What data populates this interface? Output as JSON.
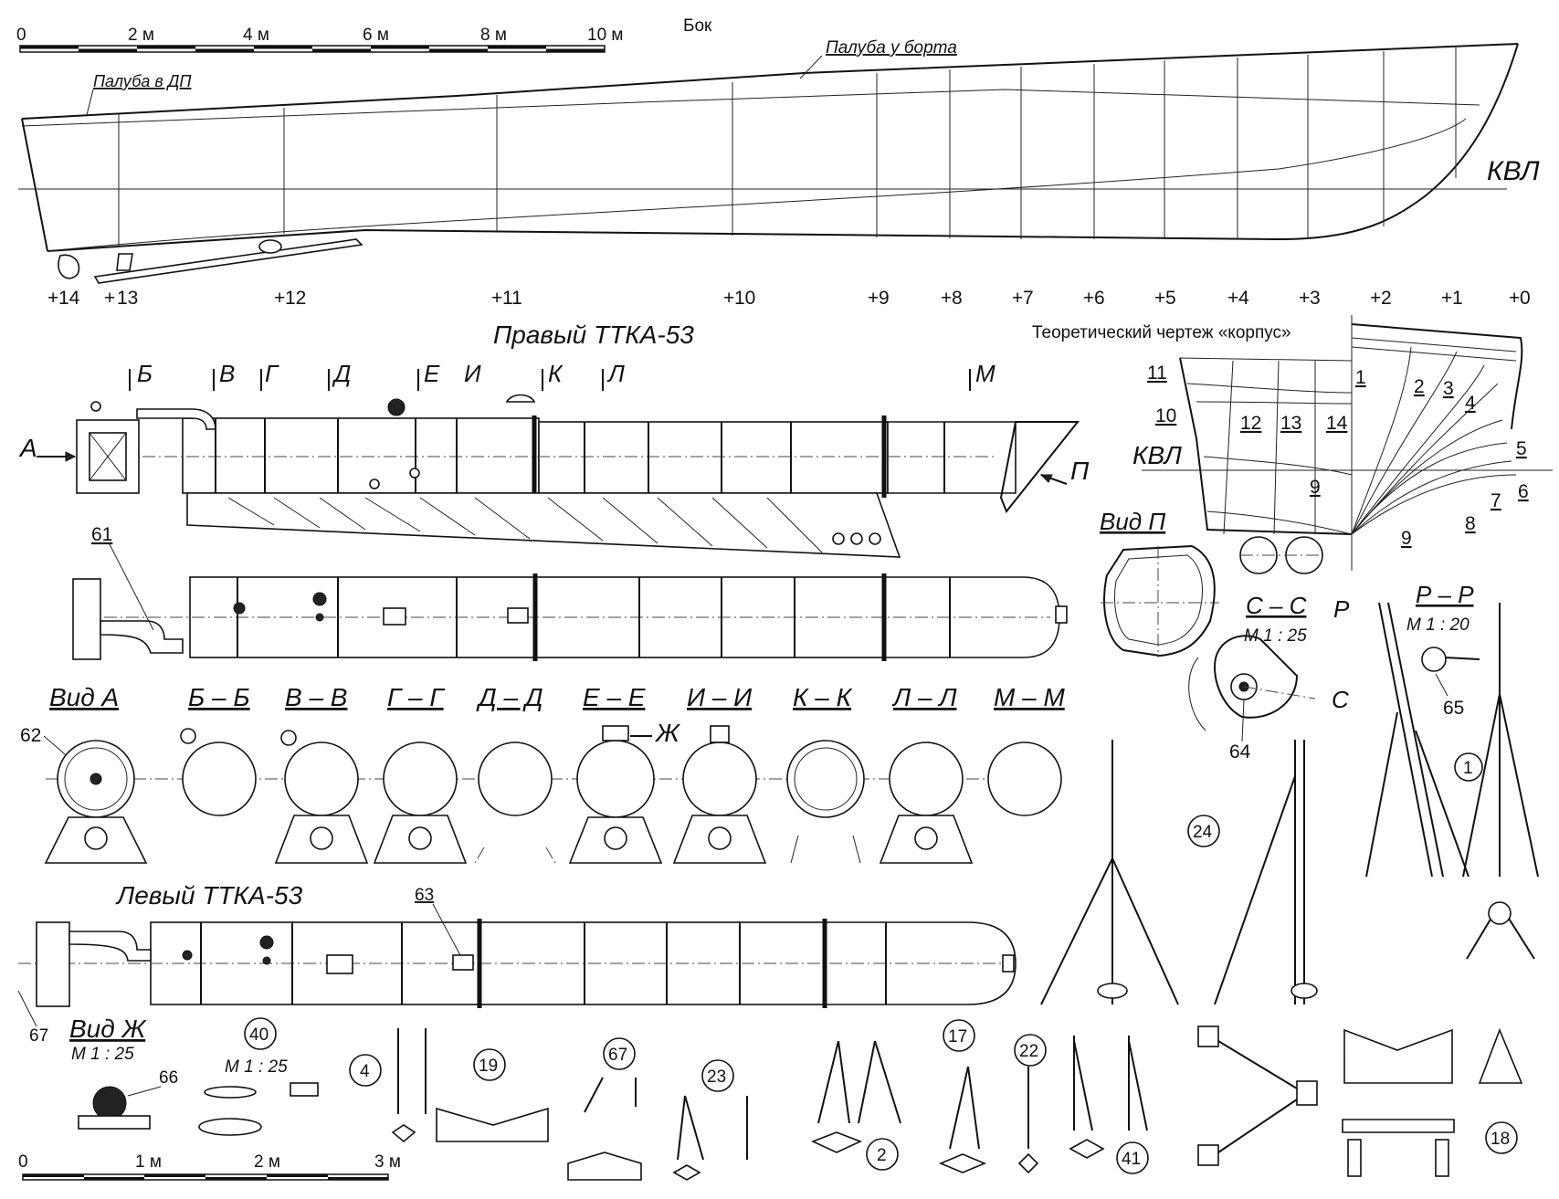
{
  "side_view": {
    "title": "Бок",
    "deck_at_side": "Палуба у борта",
    "deck_in_cl": "Палуба в ДП",
    "waterline": "КВЛ",
    "scale_labels": [
      "0",
      "2 м",
      "4 м",
      "6 м",
      "8 м",
      "10 м"
    ],
    "frames": [
      "14",
      "13",
      "12",
      "11",
      "10",
      "9",
      "8",
      "7",
      "6",
      "5",
      "4",
      "3",
      "2",
      "1",
      "0"
    ]
  },
  "body_plan": {
    "title": "Теоретический чертеж «корпус»",
    "waterline": "КВЛ",
    "stern_labels": [
      "11",
      "10",
      "12",
      "13",
      "14",
      "9"
    ],
    "bow_labels": [
      "1",
      "2",
      "3",
      "4",
      "5",
      "6",
      "7",
      "8",
      "9"
    ]
  },
  "right_tube": {
    "title": "Правый ТТКА-53",
    "section_marks": [
      "Б",
      "В",
      "Г",
      "Д",
      "Е",
      "И",
      "К",
      "Л",
      "М"
    ],
    "arrow_a": "А",
    "arrow_p": "П",
    "callout_61": "61"
  },
  "view_p": {
    "title": "Вид П"
  },
  "sections": {
    "view_a": "Вид А",
    "callout_62": "62",
    "labels": [
      "Б – Б",
      "В – В",
      "Г – Г",
      "Д – Д",
      "Е – Е",
      "И – И",
      "К – К",
      "Л – Л",
      "М – М"
    ],
    "arrow_zh": "Ж"
  },
  "details": {
    "cc_title": "С – С",
    "cc_scale": "М 1 : 25",
    "cc_callout": "64",
    "c_mark": "С",
    "p_mark": "Р",
    "rr_title": "Р – Р",
    "rr_scale": "М 1 : 20",
    "rr_callout": "65",
    "circle_1": "1",
    "circle_24": "24"
  },
  "left_tube": {
    "title": "Левый ТТКА-53",
    "callout_63": "63",
    "callout_67": "67"
  },
  "bottom": {
    "view_zh": "Вид Ж",
    "view_zh_scale": "М 1 : 25",
    "callout_66": "66",
    "circle_40": "40",
    "scale_40": "М 1 : 25",
    "scale_labels": [
      "0",
      "1 м",
      "2 м",
      "3 м"
    ],
    "circles": [
      "4",
      "19",
      "67",
      "23",
      "2",
      "17",
      "22",
      "41",
      "18"
    ]
  }
}
